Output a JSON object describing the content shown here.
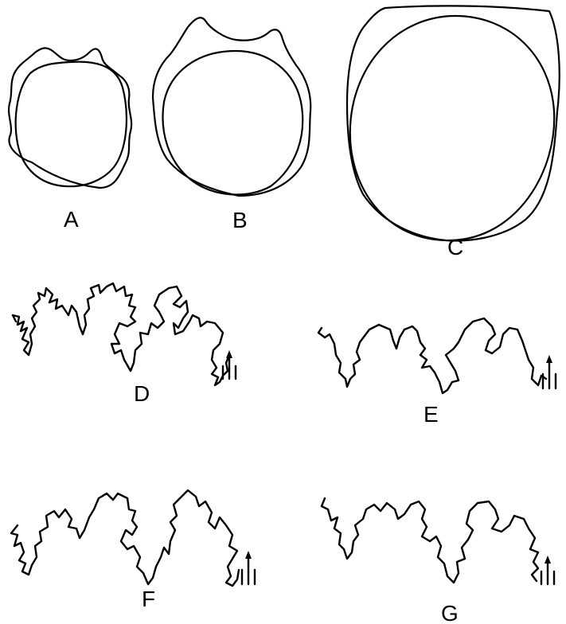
{
  "labels": {
    "a": "A",
    "b": "B",
    "c": "C",
    "d": "D",
    "e": "E",
    "f": "F",
    "g": "G"
  },
  "stroke_color": "#000000",
  "background": "#ffffff"
}
